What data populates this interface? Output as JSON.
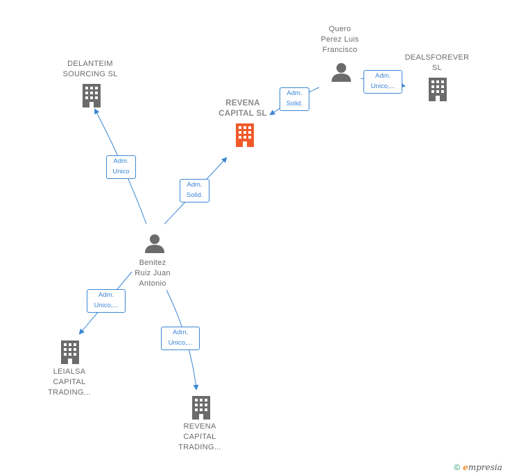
{
  "colors": {
    "edge": "#3a86d4",
    "person": "#6b6b6b",
    "company": "#6b6b6b",
    "highlight": "#f05a2b"
  },
  "nodes": {
    "quero": {
      "label": "Quero\nPerez Luis\nFrancisco",
      "icon": "person-icon"
    },
    "dealsforever": {
      "label": "DEALSFOREVER\nSL",
      "icon": "building-icon"
    },
    "delanteim": {
      "label": "DELANTEIM\nSOURCING SL",
      "icon": "building-icon"
    },
    "revena_main": {
      "label": "REVENA\nCAPITAL  SL",
      "icon": "building-icon"
    },
    "benitez": {
      "label": "Benitez\nRuiz Juan\nAntonio",
      "icon": "person-icon"
    },
    "leialsa": {
      "label": "LEIALSA\nCAPITAL\nTRADING...",
      "icon": "building-icon"
    },
    "revena_trading": {
      "label": "REVENA\nCAPITAL\nTRADING...",
      "icon": "building-icon"
    }
  },
  "edges": {
    "quero_revena": "Adm.\nSolid.",
    "quero_deals": "Adm.\nUnico,...",
    "benitez_delanteim": "Adm.\nUnico",
    "benitez_revena": "Adm.\nSolid.",
    "benitez_leialsa": "Adm.\nUnico,...",
    "benitez_revtrading": "Adm.\nUnico,..."
  },
  "footer": {
    "copyright": "©",
    "brand_initial": "e",
    "brand_rest": "mpresia"
  }
}
